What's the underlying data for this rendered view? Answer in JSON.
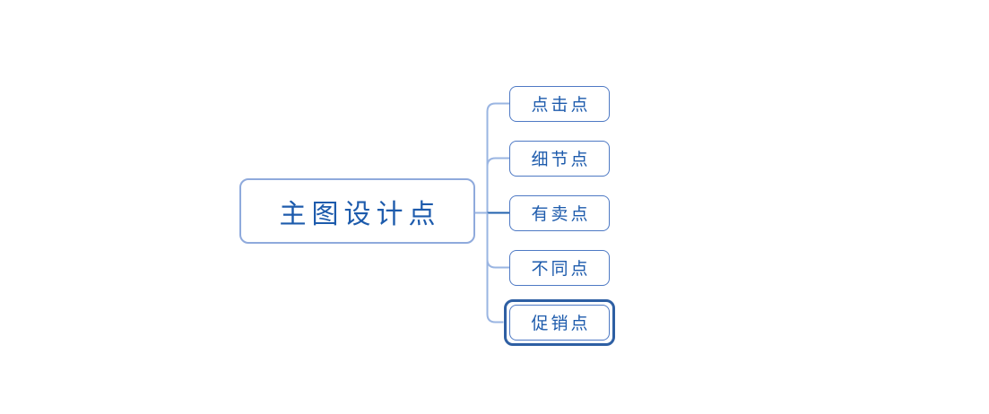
{
  "diagram": {
    "type": "mindmap",
    "root": {
      "label": "主图设计点"
    },
    "children": [
      {
        "label": "点击点",
        "selected": false
      },
      {
        "label": "细节点",
        "selected": false
      },
      {
        "label": "有卖点",
        "selected": false
      },
      {
        "label": "不同点",
        "selected": false
      },
      {
        "label": "促销点",
        "selected": true
      }
    ],
    "colors": {
      "background": "#ffffff",
      "text": "#1d5bac",
      "root_border": "#8faadc",
      "child_border": "#4e79c4",
      "connector_light": "#9ab5e2",
      "connector_dark": "#2061ae",
      "selection": "#2e5fa3"
    }
  }
}
